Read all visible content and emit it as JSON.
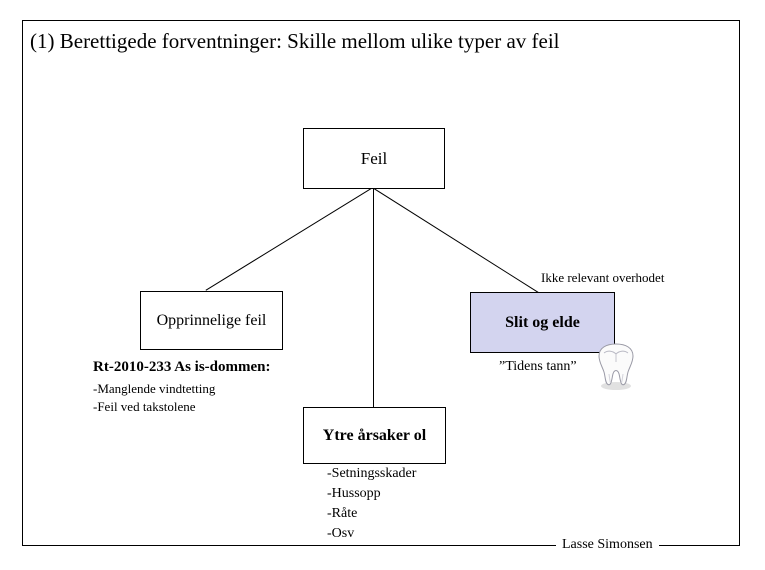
{
  "slide": {
    "title": "(1) Berettigede forventninger: Skille mellom ulike typer av feil",
    "footer_author": "Lasse Simonsen"
  },
  "diagram": {
    "root_box": {
      "label": "Feil"
    },
    "left_box": {
      "label": "Opprinnelige feil"
    },
    "right_box": {
      "label": "Slit og elde",
      "fill_color": "#d3d4ef"
    },
    "bottom_box": {
      "label": "Ytre årsaker ol"
    },
    "annotations": {
      "right_note": "Ikke relevant overhodet",
      "right_caption": "”Tidens tann”",
      "tooth_icon": "tooth-icon"
    },
    "left_notes": {
      "heading": "Rt-2010-233 As is-dommen:",
      "items": [
        "-Manglende vindtetting",
        "-Feil ved takstolene"
      ]
    },
    "bottom_notes": {
      "items": [
        "-Setningsskader",
        "-Hussopp",
        "-Råte",
        "-Osv"
      ]
    }
  }
}
